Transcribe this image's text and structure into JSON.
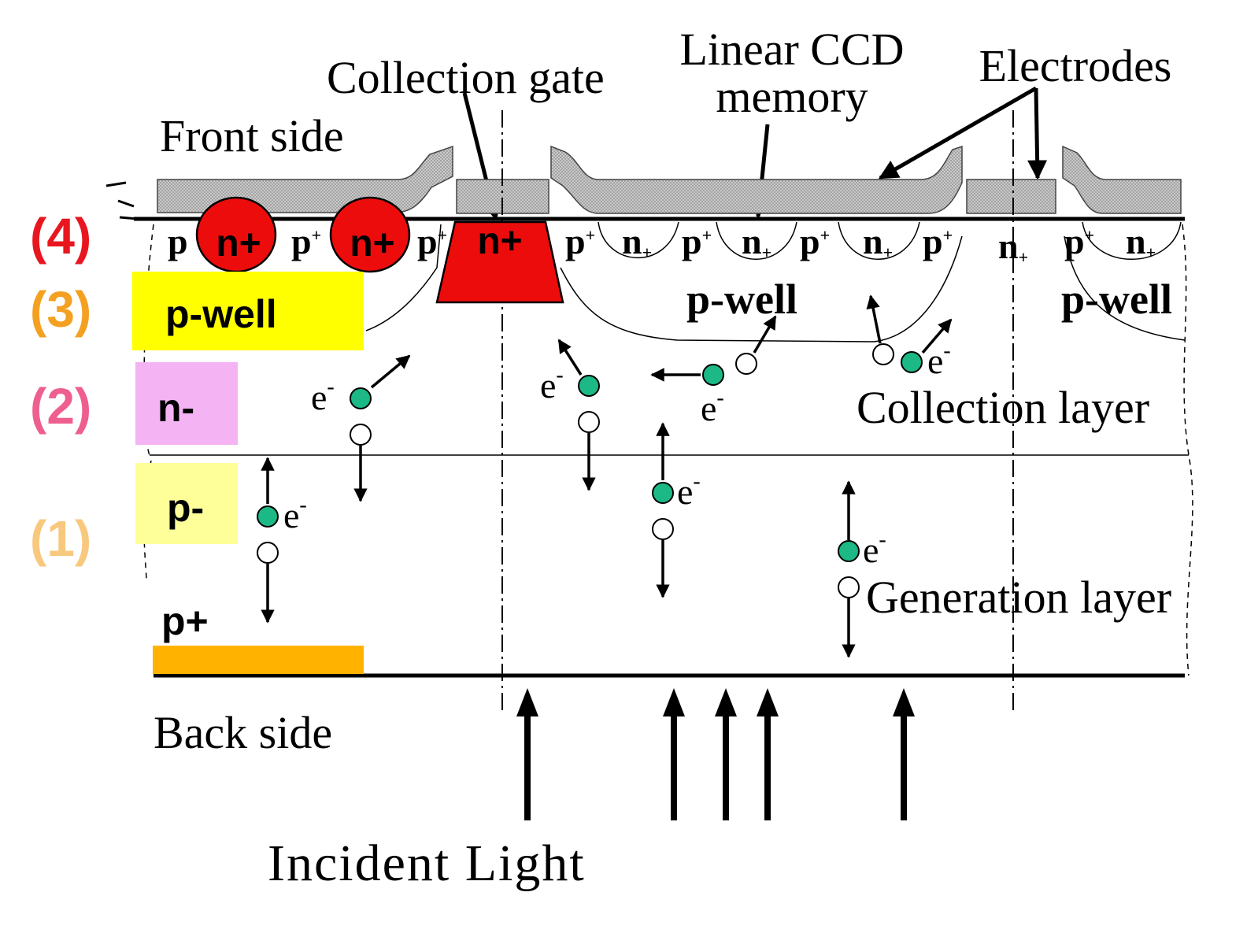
{
  "labels": {
    "front_side": "Front side",
    "back_side": "Back side",
    "collection_gate": "Collection gate",
    "linear_ccd_line1": "Linear CCD",
    "linear_ccd_line2": "memory",
    "electrodes": "Electrodes",
    "collection_layer": "Collection layer",
    "generation_layer": "Generation layer",
    "incident_light": "Incident Light",
    "p_well": "p-well",
    "n_plus": "n+",
    "p_sym": "p",
    "plus_sub": "+",
    "n_sym": "n",
    "electron": "e",
    "minus_sup": "-"
  },
  "layers": {
    "layer4": {
      "number": "(4)",
      "color": "#e8171f"
    },
    "layer3": {
      "number": "(3)",
      "label": "p-well",
      "color": "#f4a020",
      "box": "#ffff00"
    },
    "layer2": {
      "number": "(2)",
      "label": "n-",
      "color": "#ee5f8f",
      "box": "#f4b4f4"
    },
    "layer1": {
      "number": "(1)",
      "label": "p-",
      "color": "#f8c87e",
      "box": "#ffff99"
    },
    "p_plus": {
      "label": "p+",
      "box": "#ffb300"
    }
  },
  "colors": {
    "electron": "#1cb886",
    "n_plus_region": "#ec0c0c",
    "electrode_fill": "#d0d0d0"
  }
}
